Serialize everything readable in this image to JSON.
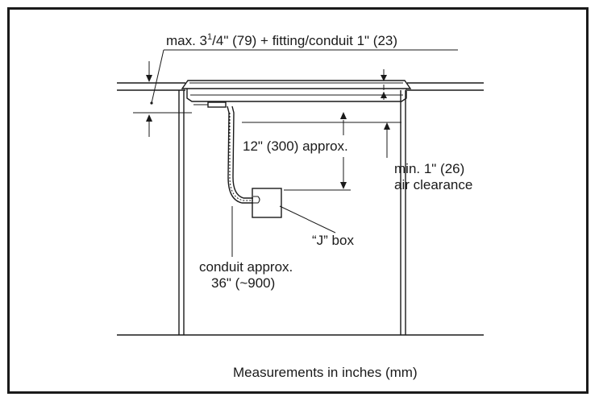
{
  "labels": {
    "max_prefix": "max. 3",
    "max_sup": "1",
    "max_suffix": "/4\" (79) + fitting/conduit 1\" (23)",
    "approx_12": "12\" (300) approx.",
    "min_clear_1": "min. 1\" (26)",
    "min_clear_2": "air clearance",
    "j_box": "“J” box",
    "conduit_1": "conduit approx.",
    "conduit_2": "36\" (~900)",
    "footer": "Measurements in inches (mm)"
  }
}
